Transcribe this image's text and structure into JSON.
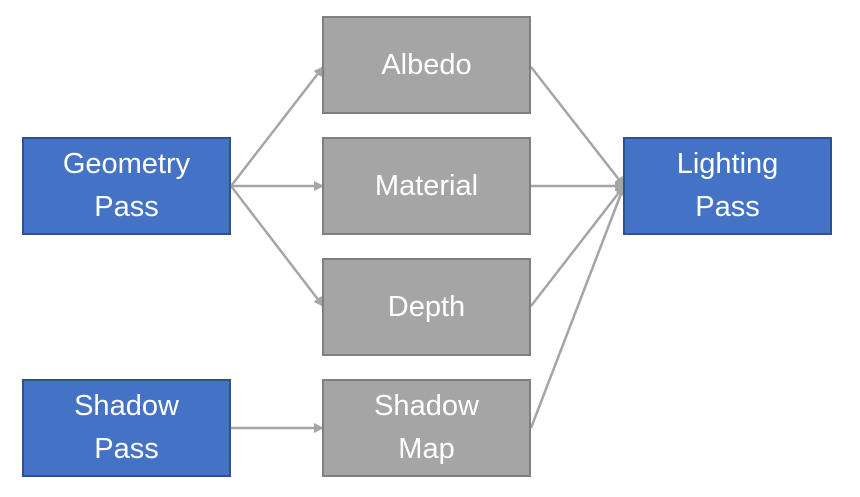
{
  "diagram": {
    "nodes": {
      "geometry_pass": {
        "line1": "Geometry",
        "line2": "Pass"
      },
      "shadow_pass": {
        "line1": "Shadow",
        "line2": "Pass"
      },
      "albedo": {
        "label": "Albedo"
      },
      "material": {
        "label": "Material"
      },
      "depth": {
        "label": "Depth"
      },
      "shadow_map": {
        "line1": "Shadow",
        "line2": "Map"
      },
      "lighting_pass": {
        "line1": "Lighting",
        "line2": "Pass"
      }
    },
    "edges": [
      {
        "from": "Geometry Pass",
        "to": "Albedo"
      },
      {
        "from": "Geometry Pass",
        "to": "Material"
      },
      {
        "from": "Geometry Pass",
        "to": "Depth"
      },
      {
        "from": "Shadow Pass",
        "to": "Shadow Map"
      },
      {
        "from": "Albedo",
        "to": "Lighting Pass"
      },
      {
        "from": "Material",
        "to": "Lighting Pass"
      },
      {
        "from": "Depth",
        "to": "Lighting Pass"
      },
      {
        "from": "Shadow Map",
        "to": "Lighting Pass"
      }
    ],
    "colors": {
      "pass_fill": "#4472c4",
      "pass_border": "#2f528f",
      "buffer_fill": "#a5a5a5",
      "buffer_border": "#7f7f7f",
      "arrow": "#a5a5a5",
      "text": "#ffffff"
    }
  }
}
